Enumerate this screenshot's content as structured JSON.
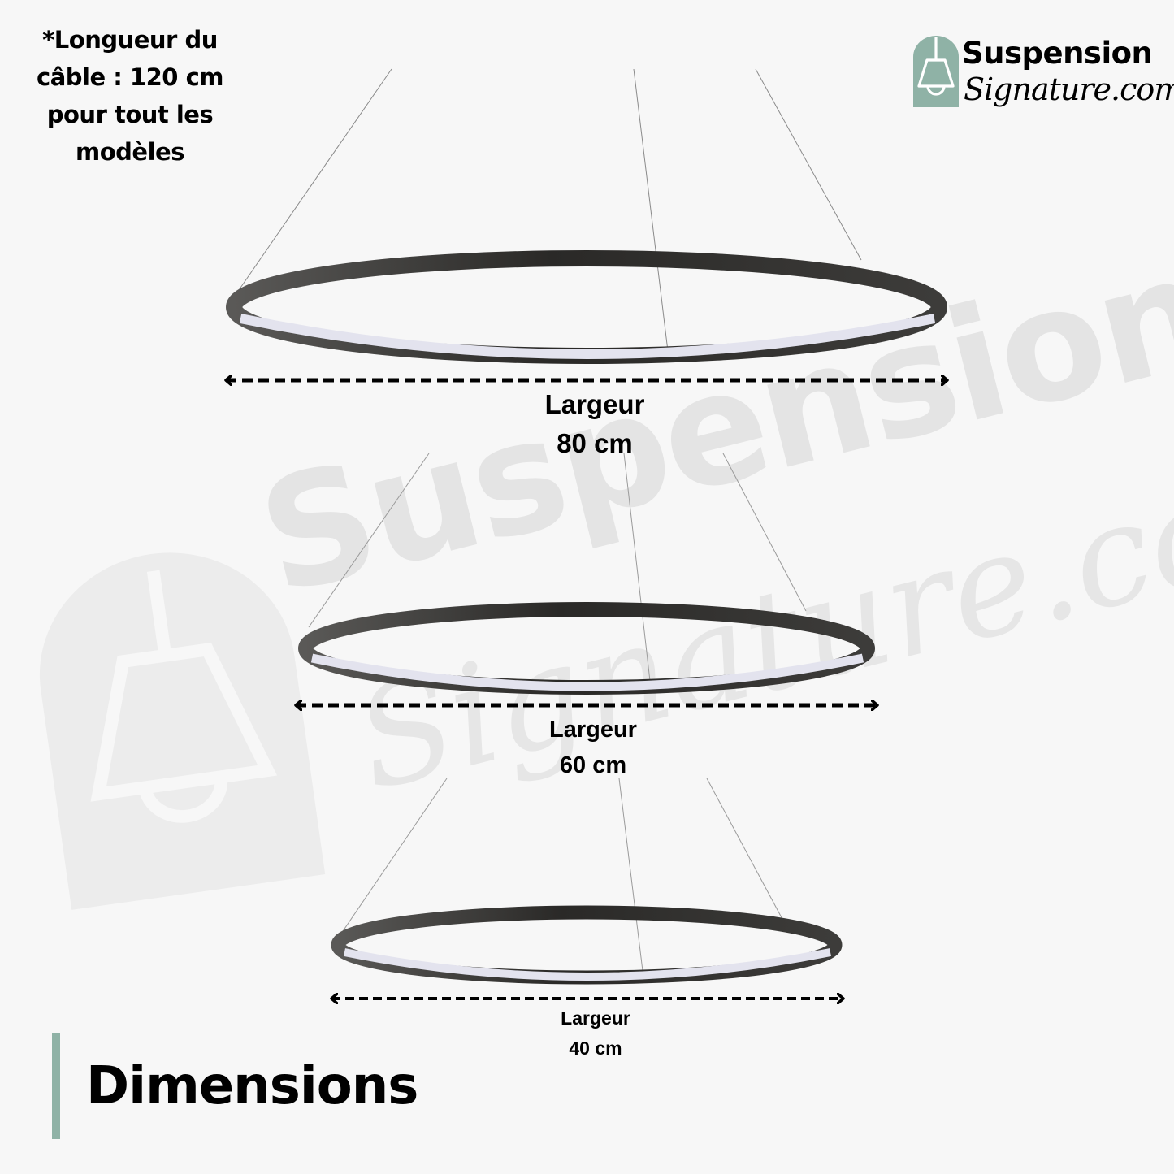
{
  "note": {
    "lines": [
      "*Longueur du",
      "câble : 120 cm",
      "pour tout les",
      "modèles"
    ]
  },
  "logo": {
    "word1": "Suspension",
    "word2": "Signature.com",
    "icon": "pendant-lamp-icon",
    "color": "#8fb2a6"
  },
  "watermark": {
    "word1": "Suspension",
    "word2": "Signature.com"
  },
  "rings": [
    {
      "label": "Largeur",
      "size": "80 cm"
    },
    {
      "label": "Largeur",
      "size": "60 cm"
    },
    {
      "label": "Largeur",
      "size": "40 cm"
    }
  ],
  "title": "Dimensions",
  "colors": {
    "background": "#f7f7f7",
    "accent": "#8fb2a6",
    "ring_frame": "#2e2d2b",
    "ring_light": "#e3e3ee"
  }
}
